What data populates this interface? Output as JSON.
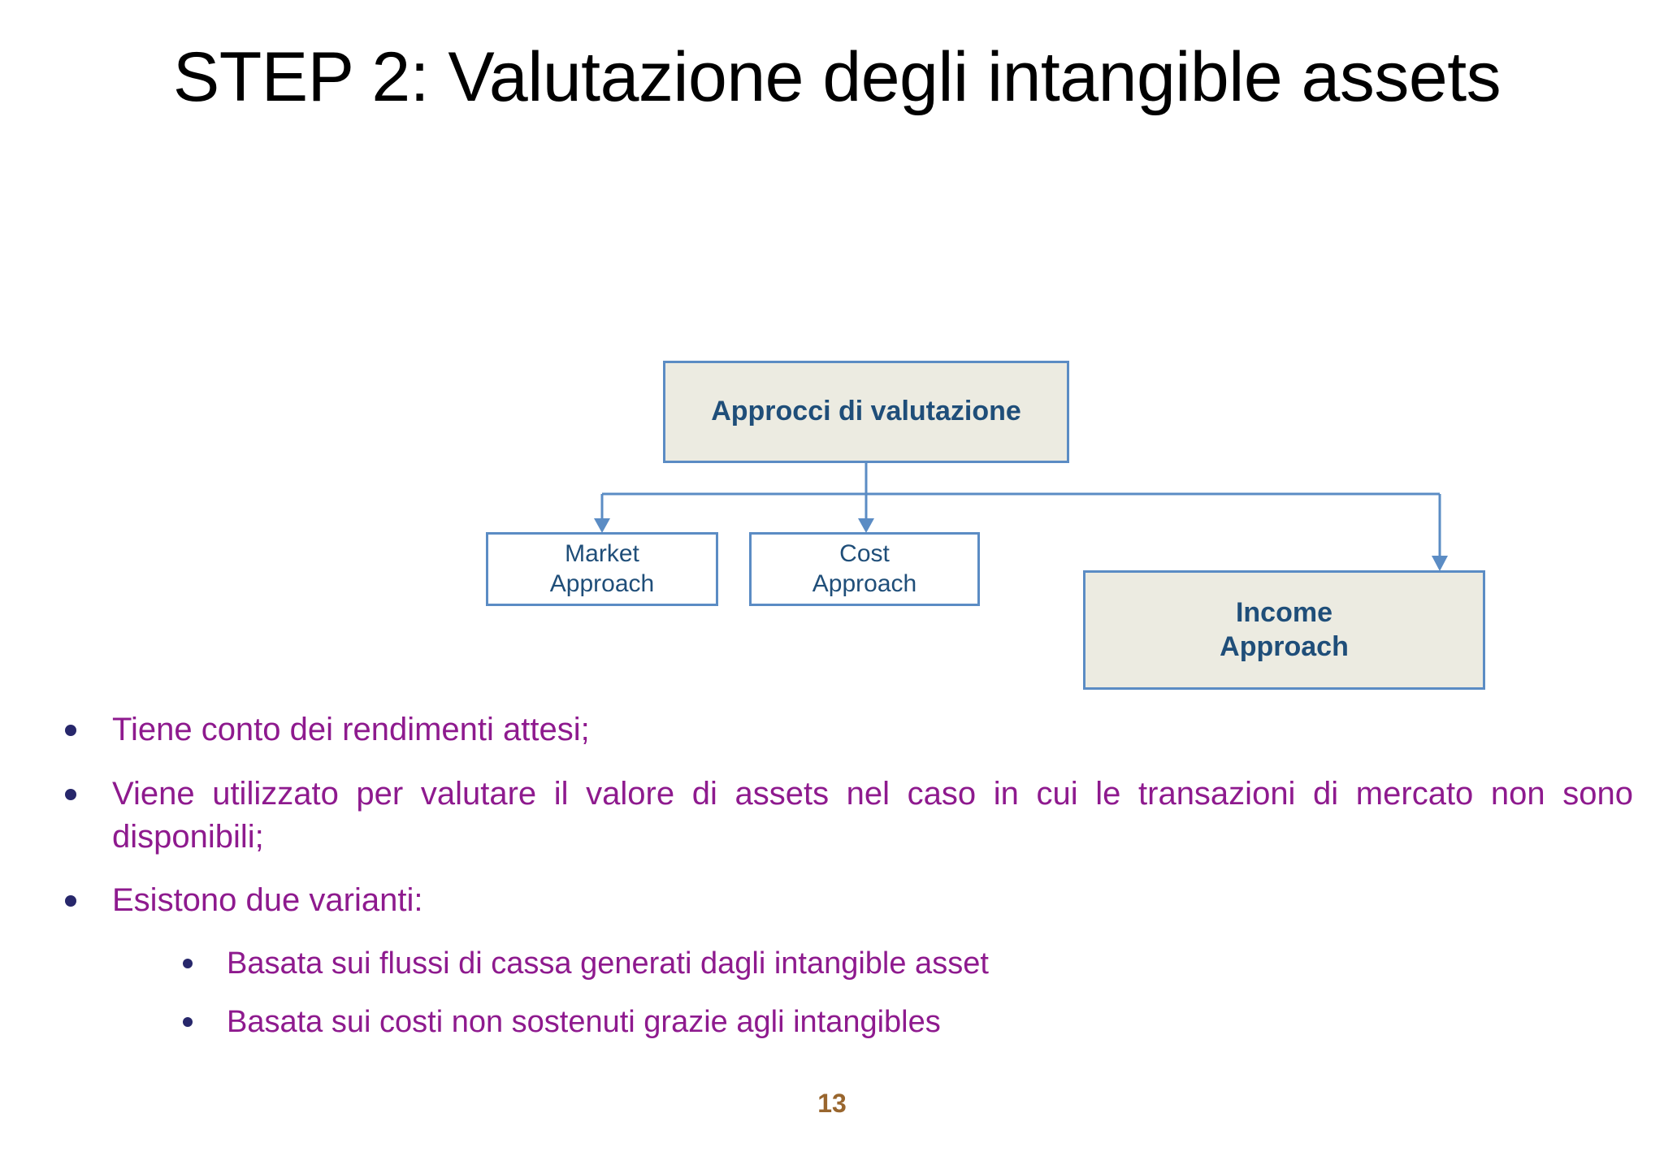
{
  "slide": {
    "title": "STEP 2: Valutazione degli intangible assets",
    "page_number": "13"
  },
  "diagram": {
    "root": {
      "label": "Approcci di valutazione"
    },
    "children": [
      {
        "label": "Market Approach",
        "line1": "Market",
        "line2": "Approach"
      },
      {
        "label": "Cost Approach",
        "line1": "Cost",
        "line2": "Approach"
      },
      {
        "label": "Income Approach",
        "line1": "Income",
        "line2": "Approach"
      }
    ],
    "colors": {
      "box_border": "#5b8cc4",
      "box_fill_highlight": "#ecebe1",
      "box_fill_plain": "#ffffff",
      "box_text": "#1f4e79",
      "connector": "#5b8cc4"
    }
  },
  "bullets": [
    {
      "level": 1,
      "text": "Tiene conto dei rendimenti attesi;"
    },
    {
      "level": 1,
      "text": "Viene utilizzato per valutare il valore di assets nel caso in cui le transazioni di mercato non sono disponibili;"
    },
    {
      "level": 1,
      "text": "Esistono due varianti:"
    },
    {
      "level": 2,
      "text": "Basata sui flussi di cassa generati dagli intangible asset"
    },
    {
      "level": 2,
      "text": "Basata sui costi non sostenuti grazie agli intangibles"
    }
  ],
  "colors": {
    "bullet_text": "#8e1a8e",
    "bullet_marker": "#27276b",
    "title_text": "#000000",
    "page_number": "#99662e",
    "background": "#ffffff"
  }
}
